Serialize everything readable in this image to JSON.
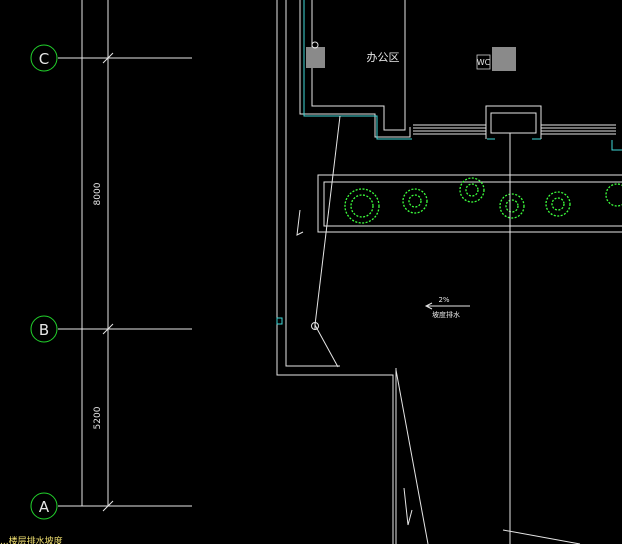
{
  "drawing": {
    "background": "#000000",
    "line_color": "#e6e6e6",
    "accent_cyan": "#3fd9d9",
    "tree_color": "#3cff3c",
    "grid_bubble_color": "#22d32c"
  },
  "grid_axes": [
    {
      "label": "C"
    },
    {
      "label": "B"
    },
    {
      "label": "A"
    }
  ],
  "dimensions": [
    {
      "value": "8000"
    },
    {
      "value": "5200"
    }
  ],
  "room_label": "办公区",
  "wc_label": "WC",
  "level_mark": "2%",
  "slope_label": "坡度排水",
  "footer_text": "...楼层排水坡度"
}
